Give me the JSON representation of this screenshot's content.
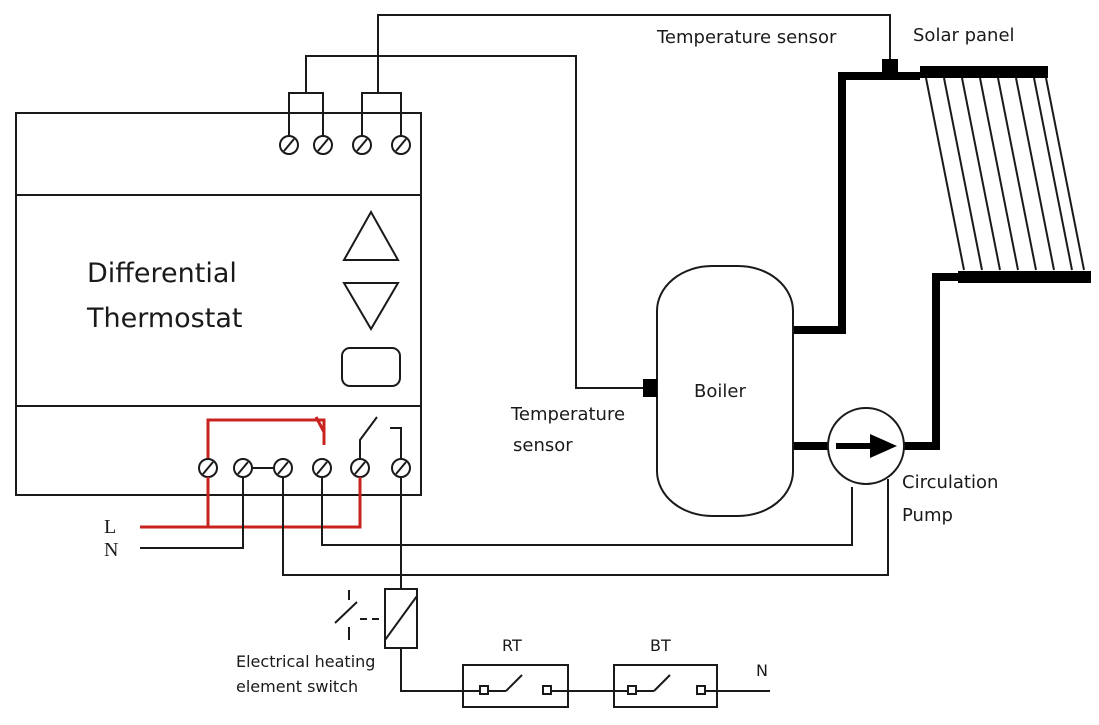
{
  "thermostat": {
    "title_line1": "Differential",
    "title_line2": "Thermostat"
  },
  "labels": {
    "temp_sensor_top": "Temperature sensor",
    "solar_panel": "Solar panel",
    "temp_sensor_boiler_line1": "Temperature",
    "temp_sensor_boiler_line2": "sensor",
    "boiler": "Boiler",
    "pump_line1": "Circulation",
    "pump_line2": "Pump",
    "heating_switch_line1": "Electrical heating",
    "heating_switch_line2": "element switch",
    "line_L": "L",
    "line_N": "N",
    "rt": "RT",
    "bt": "BT",
    "neutral_end": "N"
  },
  "colors": {
    "wire": "#1a1a1a",
    "pipe": "#000000",
    "live_wire": "#c8231f",
    "background": "#ffffff"
  }
}
